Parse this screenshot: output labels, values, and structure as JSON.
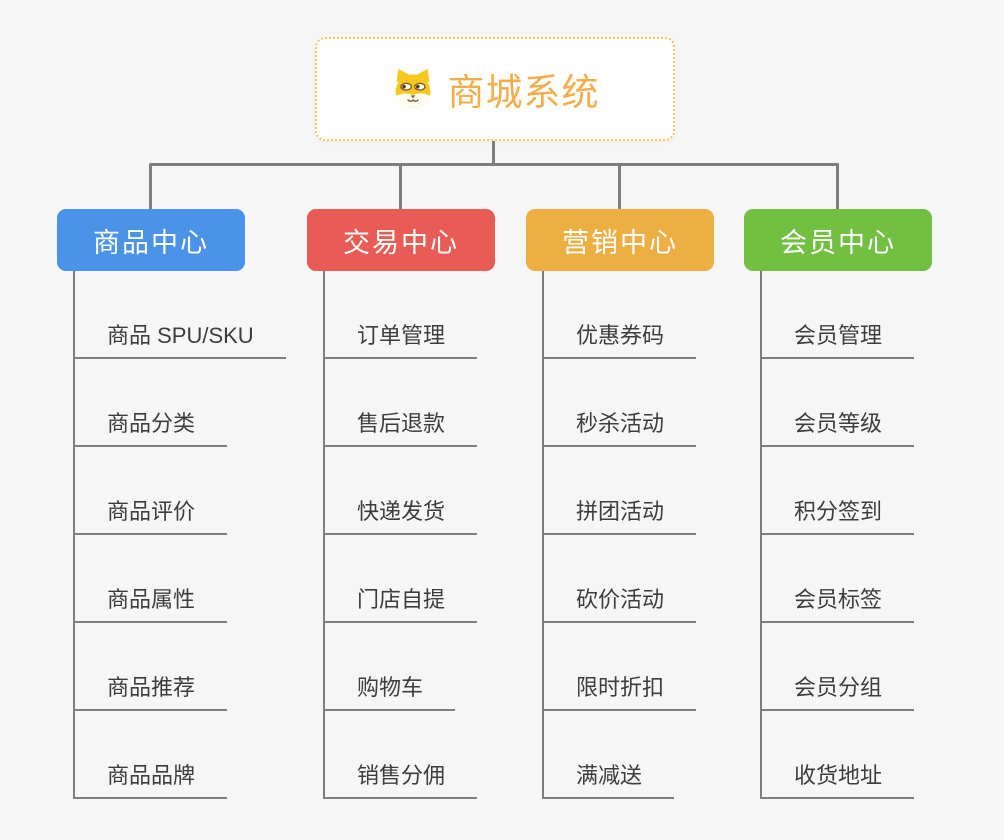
{
  "root": {
    "title": "商城系统",
    "icon": "shiba-dog-icon"
  },
  "branches": [
    {
      "label": "商品中心",
      "color": "#4A93E8",
      "children": [
        "商品 SPU/SKU",
        "商品分类",
        "商品评价",
        "商品属性",
        "商品推荐",
        "商品品牌"
      ]
    },
    {
      "label": "交易中心",
      "color": "#E95B55",
      "children": [
        "订单管理",
        "售后退款",
        "快递发货",
        "门店自提",
        "购物车",
        "销售分佣"
      ]
    },
    {
      "label": "营销中心",
      "color": "#EDAF43",
      "children": [
        "优惠券码",
        "秒杀活动",
        "拼团活动",
        "砍价活动",
        "限时折扣",
        "满减送"
      ]
    },
    {
      "label": "会员中心",
      "color": "#72C041",
      "children": [
        "会员管理",
        "会员等级",
        "积分签到",
        "会员标签",
        "会员分组",
        "收货地址"
      ]
    }
  ],
  "colors": {
    "background": "#F6F6F6",
    "connector": "#7E7E7E",
    "root_accent": "#F2AE4A",
    "root_border": "#F5C36B",
    "node_text": "#3D3D3D"
  }
}
